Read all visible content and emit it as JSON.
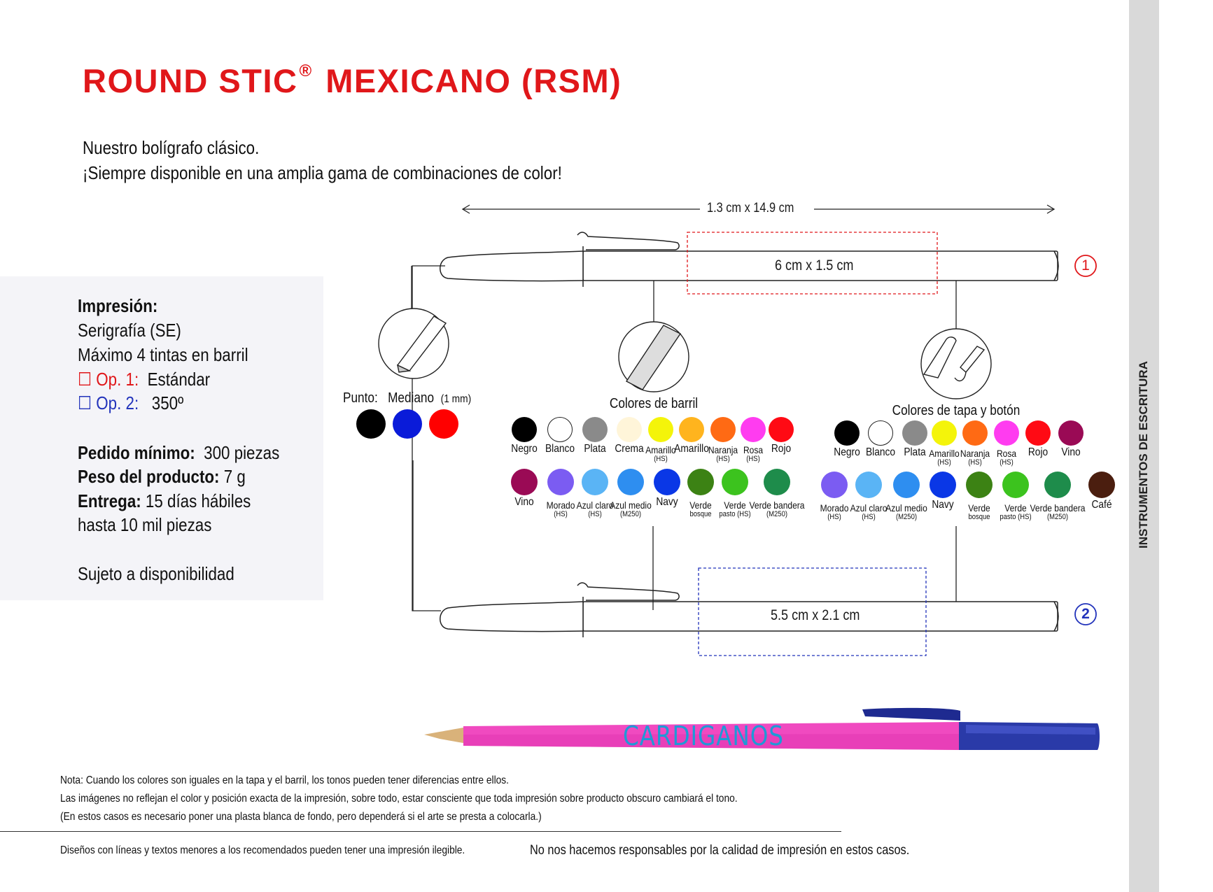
{
  "title": {
    "main": "ROUND STIC",
    "reg": "®",
    "rest": "MEXICANO  (RSM)"
  },
  "description": [
    "Nuestro bolígrafo clásico.",
    "¡Siempre disponible en una amplia gama de combinaciones de color!"
  ],
  "specs": {
    "impresion_label": "Impresión:",
    "method": "Serigrafía (SE)",
    "max_inks": "Máximo 4 tintas en barril",
    "op1_label": "☐ Op. 1:",
    "op1_value": "Estándar",
    "op2_label": "☐ Op. 2:",
    "op2_value": "350º",
    "min_order_label": "Pedido mínimo:",
    "min_order_value": "300 piezas",
    "weight_label": "Peso del producto:",
    "weight_value": "7 g",
    "delivery_label": "Entrega:",
    "delivery_value": "15 días hábiles",
    "delivery_note": "hasta 10 mil piezas",
    "availability": "Sujeto a disponibilidad"
  },
  "dimensions": {
    "overall": "1.3 cm x 14.9 cm",
    "area1": "6 cm x 1.5 cm",
    "area2": "5.5 cm x 2.1 cm",
    "marker1": "1",
    "marker2": "2"
  },
  "point": {
    "label": "Punto:",
    "size": "Mediano",
    "size_mm": "(1 mm)",
    "colors": [
      "#000000",
      "#0a1bd9",
      "#ff0000"
    ]
  },
  "barrel": {
    "heading": "Colores de barril",
    "row1": [
      {
        "name": "Negro",
        "color": "#000000"
      },
      {
        "name": "Blanco",
        "color": "#ffffff"
      },
      {
        "name": "Plata",
        "color": "#8a8a8a"
      },
      {
        "name": "Crema",
        "color": "#fff5d9"
      },
      {
        "name": "Amarillo",
        "sub": "(HS)",
        "color": "#f4f40a"
      },
      {
        "name": "Amarillo",
        "color": "#ffb41e"
      },
      {
        "name": "Naranja",
        "sub": "(HS)",
        "color": "#ff6a14"
      },
      {
        "name": "Rosa",
        "sub": "(HS)",
        "color": "#ff3cf0"
      },
      {
        "name": "Rojo",
        "color": "#ff0a14"
      }
    ],
    "row2": [
      {
        "name": "Vino",
        "color": "#9a0a55"
      },
      {
        "name": "Morado",
        "sub": "(HS)",
        "color": "#7b5cf2"
      },
      {
        "name": "Azul claro",
        "sub": "(HS)",
        "color": "#5ab4f5"
      },
      {
        "name": "Azul medio",
        "sub": "(M250)",
        "color": "#2e8ef0"
      },
      {
        "name": "Navy",
        "color": "#0a37e6"
      },
      {
        "name": "Verde",
        "sub": "bosque",
        "color": "#3c8214"
      },
      {
        "name": "Verde",
        "sub": "pasto (HS)",
        "color": "#3cc31e"
      },
      {
        "name": "Verde bandera",
        "sub": "(M250)",
        "color": "#1e8c4b"
      }
    ]
  },
  "cap": {
    "heading": "Colores de tapa y botón",
    "row1": [
      {
        "name": "Negro",
        "color": "#000000"
      },
      {
        "name": "Blanco",
        "color": "#ffffff"
      },
      {
        "name": "Plata",
        "color": "#8a8a8a"
      },
      {
        "name": "Amarillo",
        "sub": "(HS)",
        "color": "#f4f40a"
      },
      {
        "name": "Naranja",
        "sub": "(HS)",
        "color": "#ff6a14"
      },
      {
        "name": "Rosa",
        "sub": "(HS)",
        "color": "#ff3cf0"
      },
      {
        "name": "Rojo",
        "color": "#ff0a14"
      },
      {
        "name": "Vino",
        "color": "#9a0a55"
      }
    ],
    "row2": [
      {
        "name": "Morado",
        "sub": "(HS)",
        "color": "#7b5cf2"
      },
      {
        "name": "Azul claro",
        "sub": "(HS)",
        "color": "#5ab4f5"
      },
      {
        "name": "Azul medio",
        "sub": "(M250)",
        "color": "#2e8ef0"
      },
      {
        "name": "Navy",
        "color": "#0a37e6"
      },
      {
        "name": "Verde",
        "sub": "bosque",
        "color": "#3c8214"
      },
      {
        "name": "Verde",
        "sub": "pasto (HS)",
        "color": "#3cc31e"
      },
      {
        "name": "Verde bandera",
        "sub": "(M250)",
        "color": "#1e8c4b"
      },
      {
        "name": "Café",
        "color": "#4b1e0f"
      }
    ]
  },
  "sample_logo": "CARDIGANOS",
  "notes": [
    "Nota: Cuando los colores son iguales en la tapa y el barril, los tonos pueden tener diferencias entre ellos.",
    "Las imágenes no reflejan el color y posición exacta de la impresión, sobre todo, estar consciente que toda impresión sobre producto obscuro cambiará el tono.",
    "(En estos casos es necesario poner una plasta blanca de fondo, pero dependerá si el arte se presta a colocarla.)"
  ],
  "disclaimer_small": "Diseños con líneas y textos menores a los recomendados pueden tener una impresión ilegible.",
  "disclaimer": "No nos hacemos responsables por la calidad de impresión en estos casos.",
  "sidebar_label": "INSTRUMENTOS DE ESCRITURA",
  "colors": {
    "accent_red": "#e0171a",
    "accent_blue": "#2233bb",
    "sidebar": "#d9d9d9"
  }
}
